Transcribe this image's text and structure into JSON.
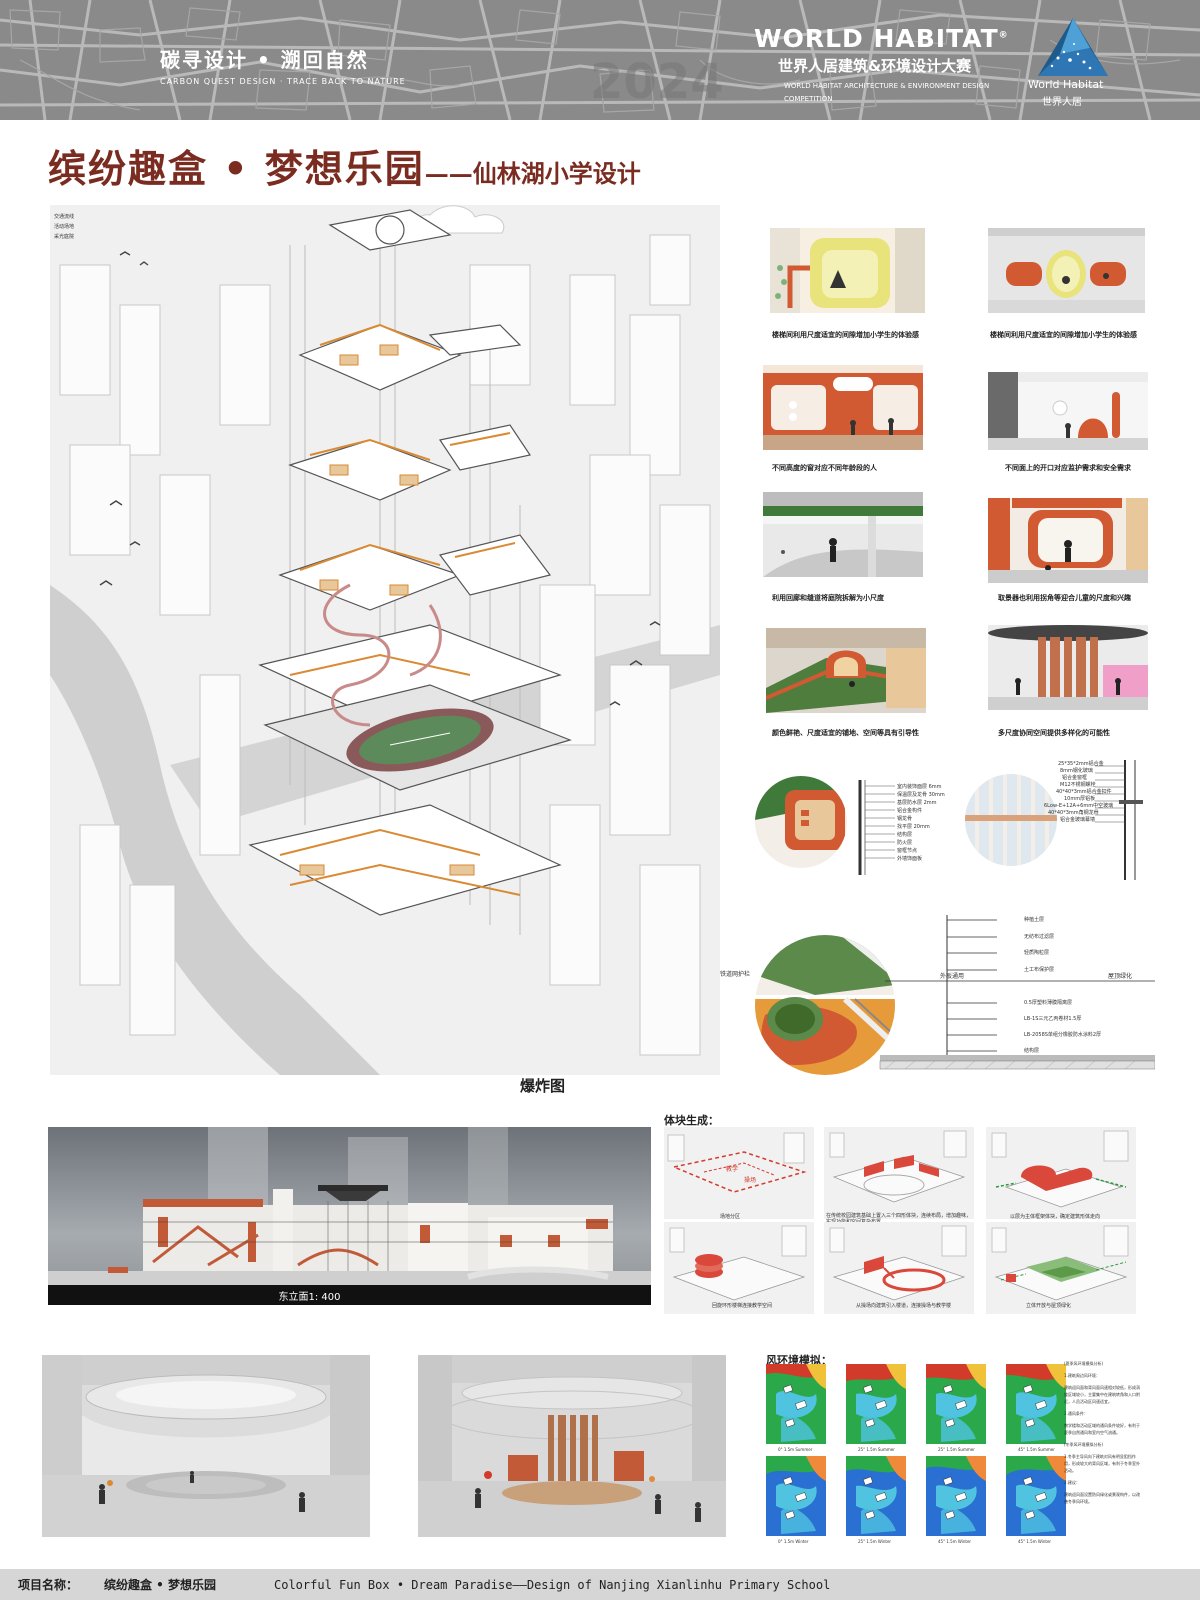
{
  "header": {
    "tagline_cn": "碳寻设计 • 溯回自然",
    "tagline_en": "CARBON QUEST DESIGN · TRACE BACK TO NATURE",
    "brand_name": "WORLD HABITAT",
    "brand_reg": "®",
    "brand_cn": "世界人居建筑&环境设计大赛",
    "brand_en": "WORLD HABITAT ARCHITECTURE & ENVIRONMENT DESIGN COMPETITION",
    "logo_en": "World Habitat",
    "logo_cn": "世界人居"
  },
  "title": {
    "main": "缤纷趣盒 • 梦想乐园",
    "sub": "——仙林湖小学设计"
  },
  "exploded": {
    "caption": "爆炸图",
    "legend": [
      "交通流线",
      "活动场地",
      "采光庭院"
    ]
  },
  "vignettes": [
    {
      "caption": "楼梯间利用尺度适宜的间隙增加小学生的体验感"
    },
    {
      "caption": "楼梯间利用尺度适宜的间隙增加小学生的体验感"
    },
    {
      "caption": "不同高度的窗对应不同年龄段的人"
    },
    {
      "caption": "不同面上的开口对应监护需求和安全需求"
    },
    {
      "caption": "利用回廊和缝道将庭院拆解为小尺度"
    },
    {
      "caption": "取景器也利用拐角等迎合儿童的尺度和兴趣"
    },
    {
      "caption": "颜色鲜艳、尺度适宜的铺地、空间等具有引导性"
    },
    {
      "caption": "多尺度协同空间提供多样化的可能性"
    }
  ],
  "detail_wall": {
    "labels": [
      "室内装饰面层 6mm",
      "保温层及龙骨 30mm",
      "基层防水层 2mm",
      "铝合金构件",
      "钢龙骨",
      "找平层 20mm",
      "结构层",
      "防火层",
      "窗框节点",
      "外墙饰面板"
    ],
    "right_labels": [
      "25*35*2mm铝合金",
      "8mm钢化玻璃",
      "铝合金窗框",
      "M12不锈钢螺栓",
      "40*40*3mm铝合金扣件",
      "10mm厚铝板",
      "6Low-E+12A+6mm中空玻璃",
      "40*40*3mm角钢龙骨",
      "铝合金玻璃幕墙"
    ]
  },
  "detail_roof": {
    "left_label": "铁道网护栏",
    "mid_label": "外板通用",
    "right_label": "屋顶绿化",
    "labels": [
      "种植土层",
      "无纺布过滤层",
      "轻质陶粒层",
      "土工布保护层",
      "0.5厚塑料薄膜隔离层",
      "LB-1S三元乙丙卷材1.5厚",
      "LB-2058S单组分橡胶防水涂料2厚",
      "结构层"
    ]
  },
  "elevation": {
    "caption": "东立面1: 400"
  },
  "massing": {
    "title": "体块生成：",
    "items": [
      {
        "caption": "场地分区",
        "tag1": "教学",
        "tag2": "操场"
      },
      {
        "caption": "在传统校园建筑基础上置入三个四形体块，连续布局，增加趣味，实现功能和空间复杂布置"
      },
      {
        "caption": "以层为主体框架体块，确定建筑形体走向"
      },
      {
        "caption": "回旋环形楼梯连接教学空间"
      },
      {
        "caption": "从操场向建筑引入楼道，连接操场与教学楼"
      },
      {
        "caption": "立体开放与屋顶绿化"
      }
    ]
  },
  "wind": {
    "title": "风环境模拟：",
    "items": [
      {
        "caption": "0° 1.5m Summer"
      },
      {
        "caption": "25° 1.5m Summer"
      },
      {
        "caption": "25° 1.5m Summer"
      },
      {
        "caption": "45° 1.5m Summer"
      },
      {
        "caption": "0° 1.5m Winter"
      },
      {
        "caption": "25° 1.5m Winter"
      },
      {
        "caption": "45° 1.5m Winter"
      },
      {
        "caption": "45° 1.5m Winter"
      }
    ],
    "notes": [
      "(夏季风环境模拟分析)",
      "1.建筑周边风环境：",
      "建筑迎风面和背风面风速相对较低，形成涡旋区域较小，主要集中在建筑转角和入口附近，人员活动区风速适宜。",
      "2.通风条件：",
      "教学楼和活动区域的通风条件较好，有利于夏季自然通风和室内空气流通。",
      "(冬季风环境模拟分析)",
      "1.冬季主导风向下建筑对风有明显阻挡作用，形成较大的背风区域，有利于冬季室外活动。",
      "2.建议：",
      "建筑迎风面设置防风绿化或景观构件，以改善冬季风环境。"
    ]
  },
  "footer": {
    "label": "项目名称：",
    "name_cn": "缤纷趣盒 • 梦想乐园",
    "name_en": "Colorful Fun Box • Dream Paradise——Design of Nanjing Xianlinhu Primary School"
  },
  "colors": {
    "accent_orange": "#d25a33",
    "title_brown": "#7a2c20",
    "header_grey": "#8d8d8d",
    "footer_grey": "#d6d6d6",
    "cream": "#e8c79a",
    "green": "#3f7a3a"
  }
}
